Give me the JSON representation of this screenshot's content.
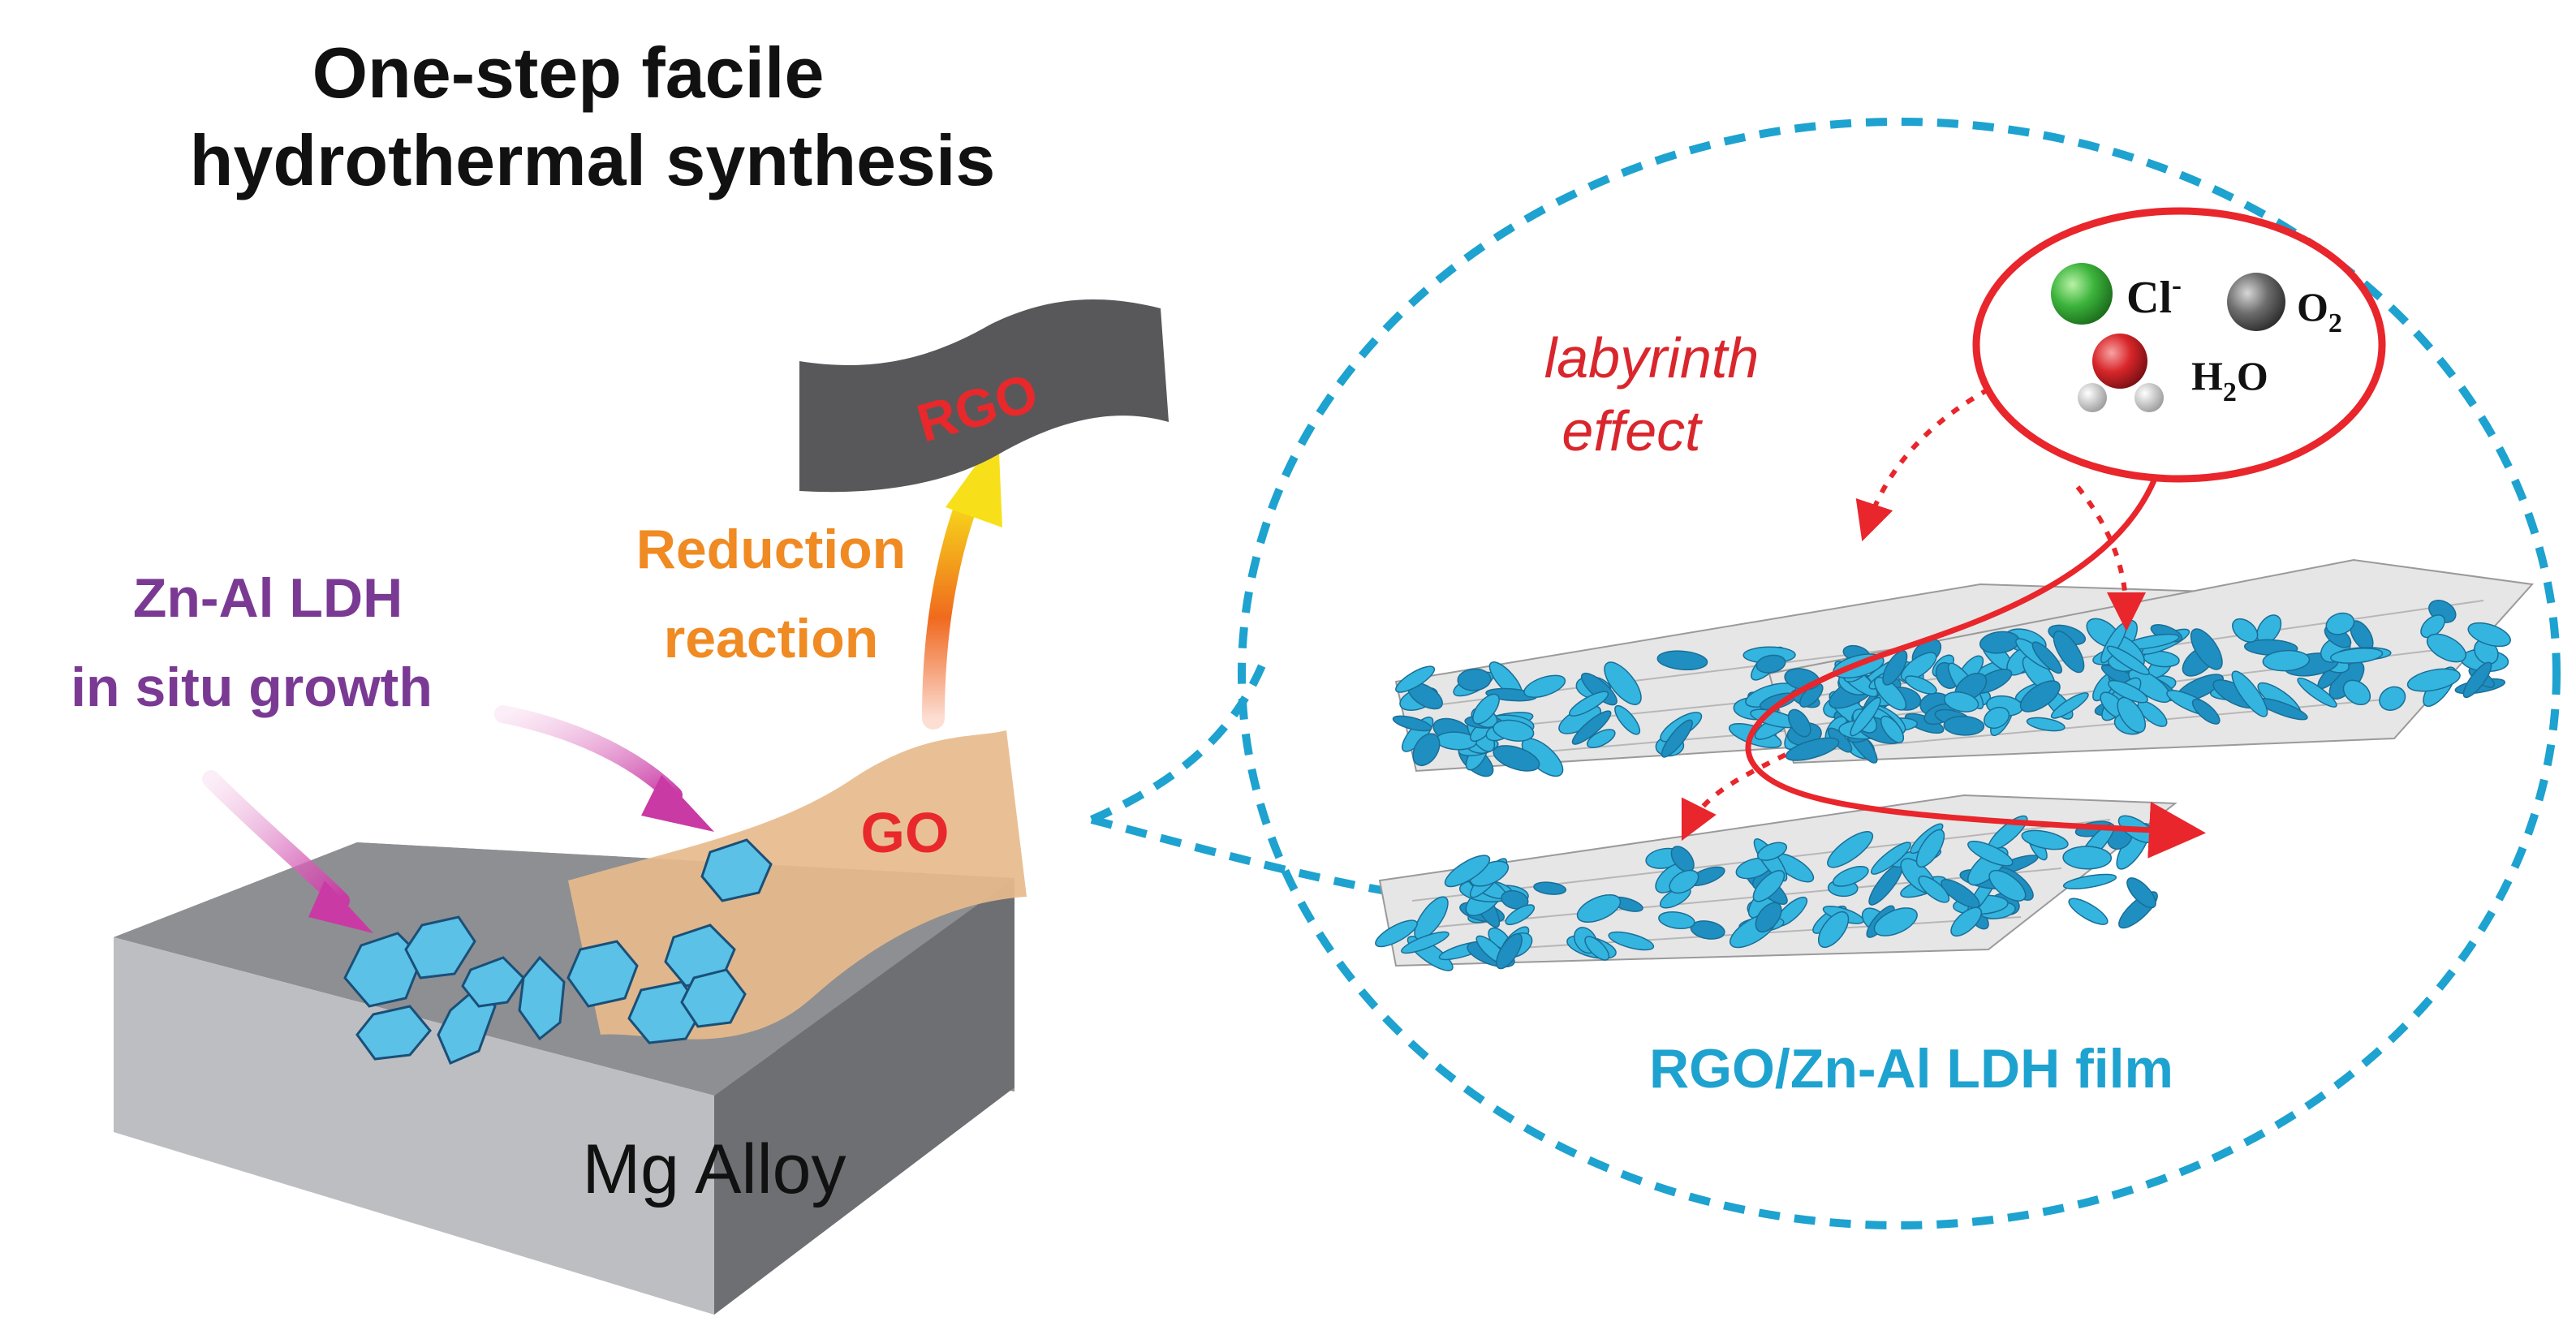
{
  "title": {
    "line1": "One-step facile",
    "line2": "hydrothermal synthesis"
  },
  "labels": {
    "rgo": "RGO",
    "go": "GO",
    "reduction_line1": "Reduction",
    "reduction_line2": "reaction",
    "znal_line1": "Zn-Al LDH",
    "znal_line2": "in situ growth",
    "substrate": "Mg Alloy",
    "labyrinth_line1": "labyrinth",
    "labyrinth_line2": "effect",
    "film": "RGO/Zn-Al LDH film"
  },
  "species": {
    "chloride": "Cl",
    "chloride_charge": "-",
    "oxygen": "O",
    "oxygen_sub": "2",
    "water_h": "H",
    "water_sub": "2",
    "water_o": "O"
  },
  "colors": {
    "title": "#111111",
    "rgo_sheet": "#58585a",
    "rgo_text": "#e8282b",
    "go_sheet": "#e7bb8c",
    "go_text": "#e8282b",
    "reduction_text": "#f08a22",
    "arrow_top": "#f7e01a",
    "arrow_bottom": "#f0501e",
    "znal_text": "#7a3a94",
    "pink_arrow": "#c93aa4",
    "crystal_fill": "#5bc1e6",
    "crystal_stroke": "#1a4f78",
    "block_top": "#8e8f92",
    "block_front": "#bdbec1",
    "block_side": "#6e6f72",
    "dashed_circle": "#1ea2cf",
    "film_text": "#1ea2cf",
    "labyrinth_text": "#d9262c",
    "path_red": "#e8262b",
    "chloride_ball": "#3cb43c",
    "oxygen_ball": "#6d6d6d",
    "water_ball": "#d8262a"
  }
}
